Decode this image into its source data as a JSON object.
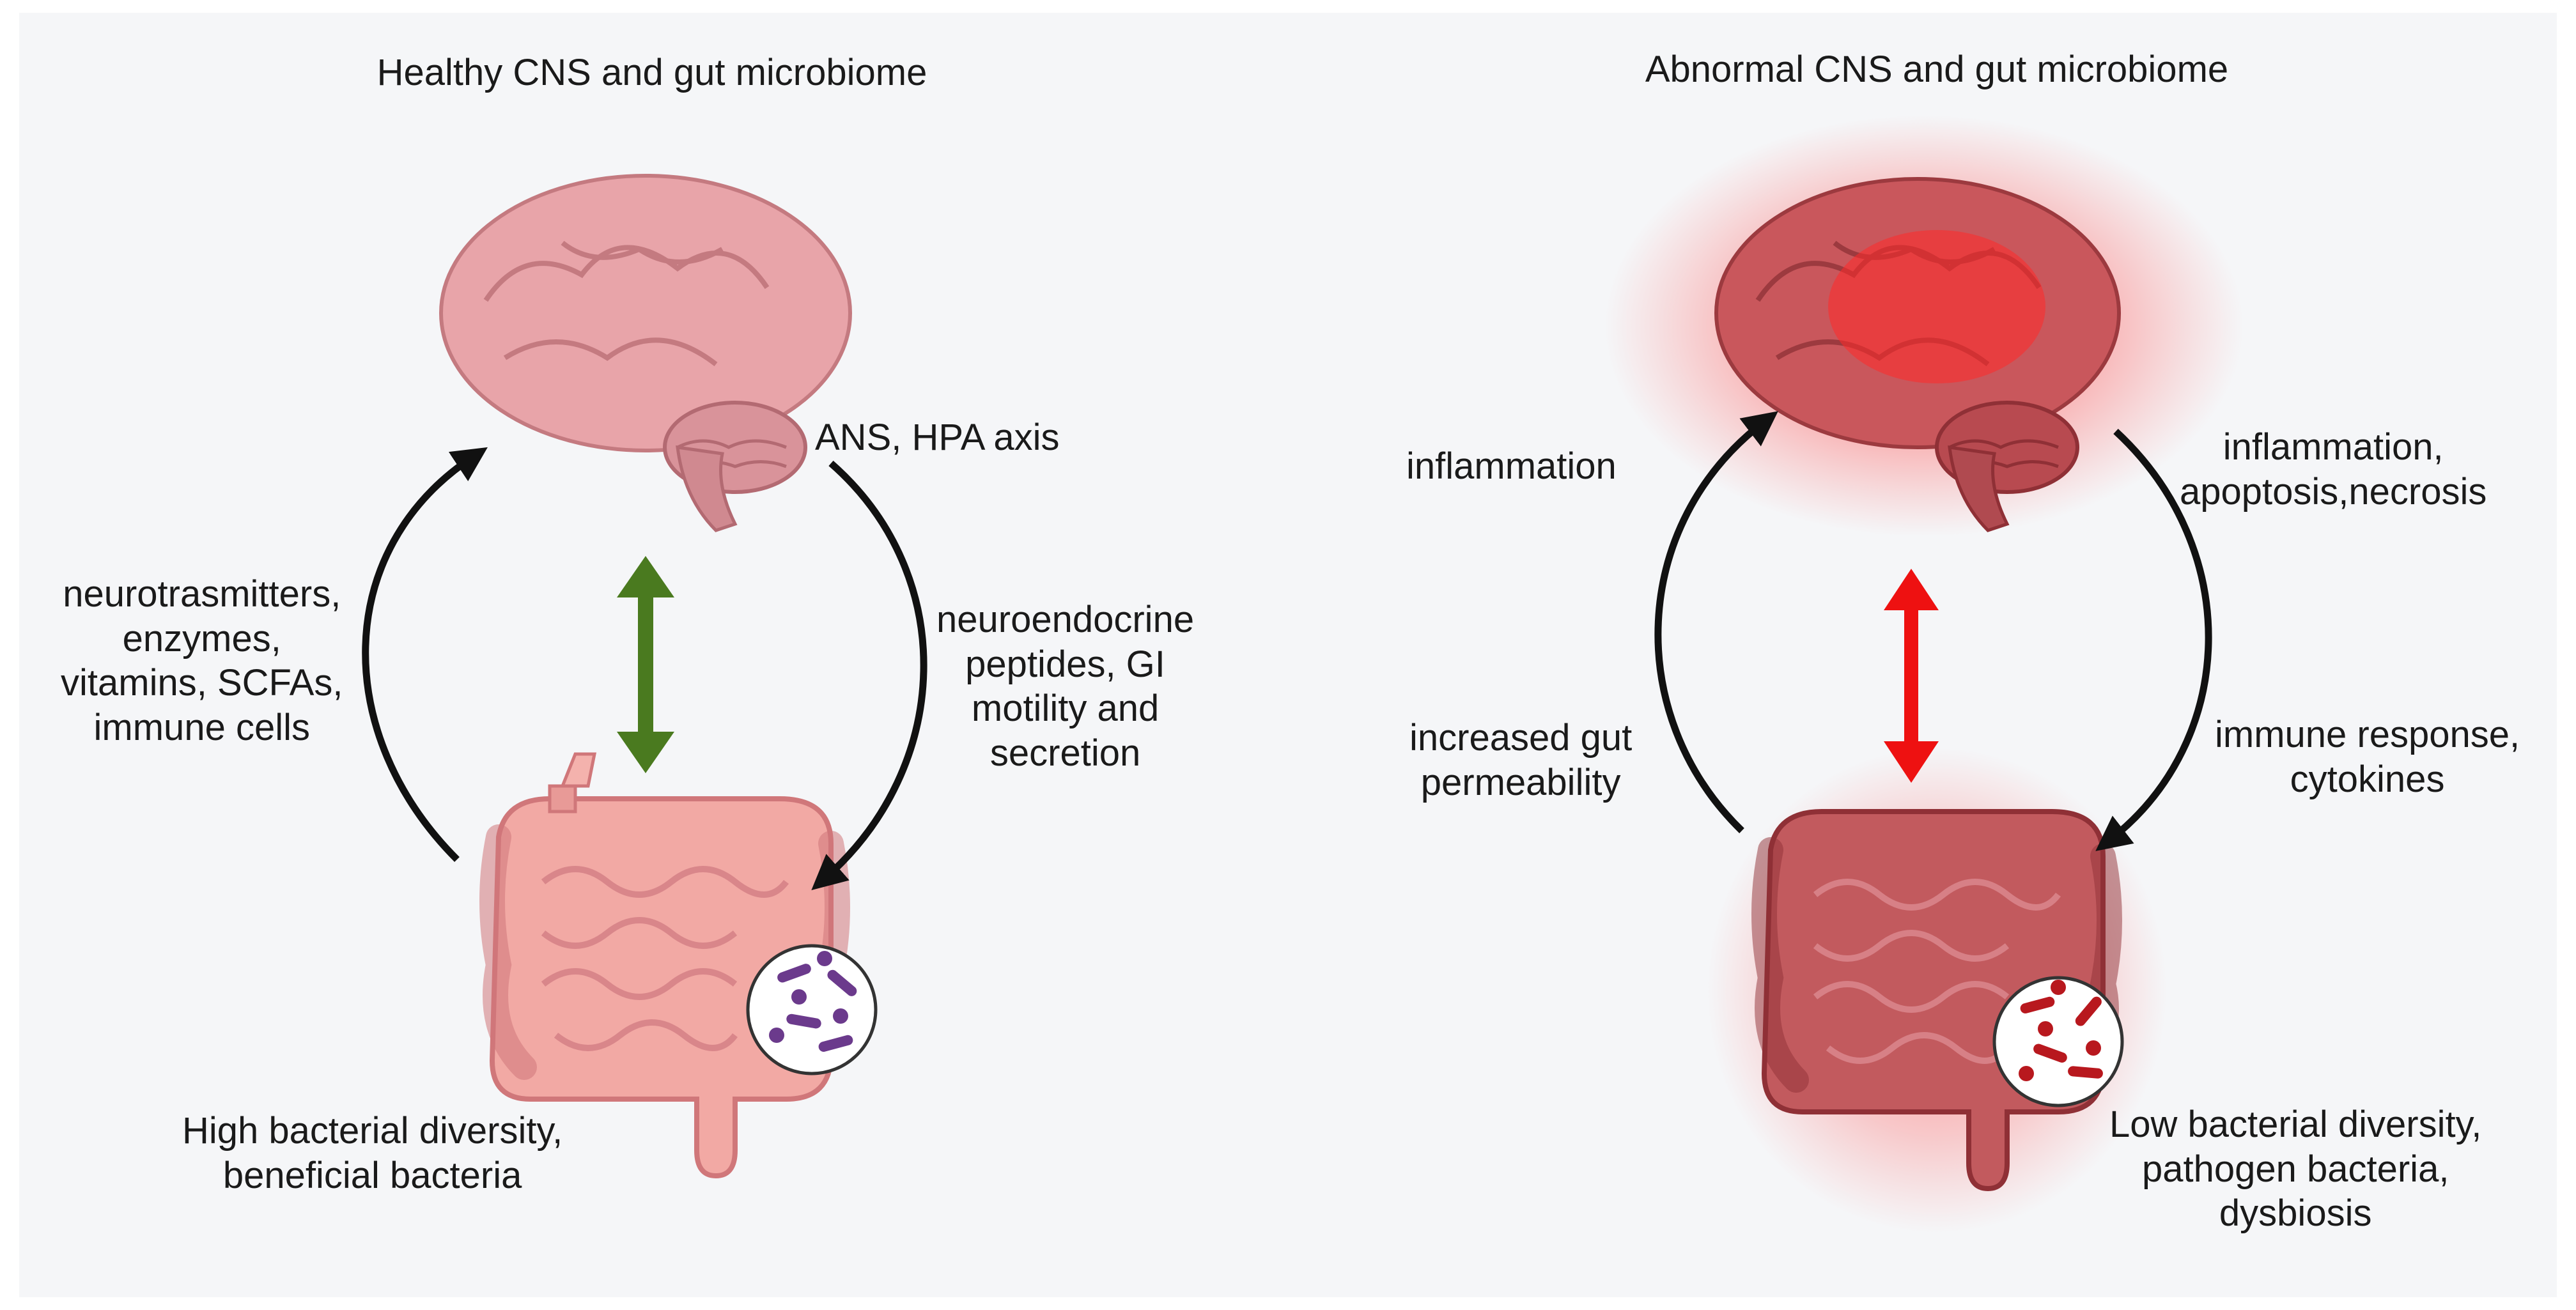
{
  "panels": {
    "healthy": {
      "title": "Healthy CNS and gut microbiome",
      "brain_to_gut": "ANS, HPA axis",
      "gut_to_brain": [
        "neurotrasmitters,",
        "enzymes,",
        "vitamins, SCFAs,",
        "immune cells"
      ],
      "right_side": [
        "neuroendocrine",
        "peptides, GI",
        "motility and",
        "secretion"
      ],
      "bottom": [
        "High bacterial diversity,",
        "beneficial bacteria"
      ],
      "arrow_color": "#4a7a1f"
    },
    "abnormal": {
      "title": "Abnormal CNS and gut microbiome",
      "upper_left": "inflammation",
      "lower_left": [
        "increased gut",
        "permeability"
      ],
      "upper_right": [
        "inflammation,",
        "apoptosis,necrosis"
      ],
      "lower_right": [
        "immune response,",
        "cytokines"
      ],
      "bottom": [
        "Low bacterial diversity,",
        "pathogen bacteria,",
        "dysbiosis"
      ],
      "arrow_color": "#ee1111"
    }
  },
  "colors": {
    "background": "#f5f6f8",
    "brain_healthy": "#e8a4a9",
    "brain_abnormal": "#c9575c",
    "gut_healthy": "#f2a9a4",
    "gut_abnormal": "#c25a5e",
    "bacteria_healthy": "#6b3a8c",
    "bacteria_abnormal": "#b8181e",
    "glow": "#ff2a2a"
  }
}
